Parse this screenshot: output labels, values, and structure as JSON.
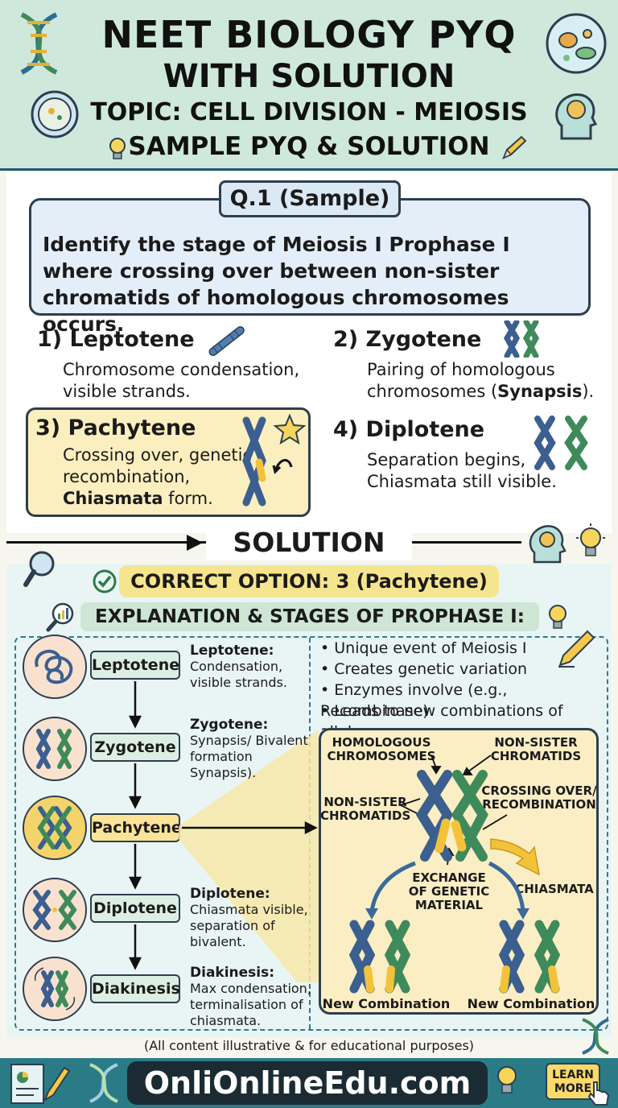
{
  "header": {
    "title_line1": "NEET BIOLOGY PYQ",
    "title_line2": "WITH SOLUTION",
    "topic": "TOPIC: CELL DIVISION - MEIOSIS",
    "subtitle": "SAMPLE PYQ & SOLUTION"
  },
  "question": {
    "tag": "Q.1 (Sample)",
    "text": "Identify the stage of Meiosis I Prophase I where crossing over between non-sister chromatids of homologous chromosomes occurs.",
    "options": [
      {
        "title": "1) Leptotene",
        "desc1": "Chromosome condensation,",
        "desc2": "visible strands."
      },
      {
        "title": "2)  Zygotene",
        "desc1": "Pairing of homologous",
        "desc2_pre": "chromosomes (",
        "desc2_bold": "Synapsis",
        "desc2_post": ")."
      },
      {
        "title": "3) Pachytene",
        "desc1": "Crossing over, genetic",
        "desc2": "recombination,",
        "desc3_bold": "Chiasmata",
        "desc3_post": " form."
      },
      {
        "title": "4)  Diplotene",
        "desc1": "Separation begins,",
        "desc2": "Chiasmata still visible."
      }
    ]
  },
  "solution": {
    "heading": "SOLUTION",
    "correct": "CORRECT OPTION: 3 (Pachytene)",
    "explanation_title": "EXPLANATION & STAGES OF PROPHASE I:",
    "stages": [
      {
        "label": "Leptotene",
        "note_title": "Leptotene:",
        "note": "Condensation, visible strands."
      },
      {
        "label": "Zygotene",
        "note_title": "Zygotene:",
        "note": "Synapsis/ Bivalent formation Synapsis)."
      },
      {
        "label": "Pachytene",
        "note_title": "",
        "note": ""
      },
      {
        "label": "Diplotene",
        "note_title": "Diplotene:",
        "note": "Chiasmata visible, separation of bivalent."
      },
      {
        "label": "Diakinesis",
        "note_title": "Diakinesis:",
        "note": "Max condensation, terminalisation of chiasmata."
      }
    ],
    "bullets": [
      "• Unique event of Meiosis I",
      "• Creates genetic variation",
      "• Enzymes involve (e.g., Recombinase)",
      "• Leads to new combinations of alleles"
    ],
    "diagram": {
      "homologous": "HOMOLOGOUS CHROMOSOMES",
      "nonsister_top": "NON-SISTER CHROMATIDS",
      "nonsister_left": "NON-SISTER CHROMATIDS",
      "crossing": "CROSSING OVER/ RECOMBINATION",
      "exchange": "EXCHANGE OF GENETIC MATERIAL",
      "chiasmata": "CHIASMATA",
      "new_left": "New Combination",
      "new_right": "New Combination"
    }
  },
  "disclaimer": "(All content illustrative & for educational purposes)",
  "footer": {
    "site": "OnliOnlineEdu.com",
    "learn_more_1": "LEARN",
    "learn_more_2": "MORE"
  },
  "colors": {
    "header_bg": "#cfe8dc",
    "chromo_blue": "#3b5f8f",
    "chromo_green": "#3f8a5a",
    "chromo_yellow": "#f2c33a",
    "highlight": "#fcefbf",
    "footer_bg": "#2b7b86"
  }
}
